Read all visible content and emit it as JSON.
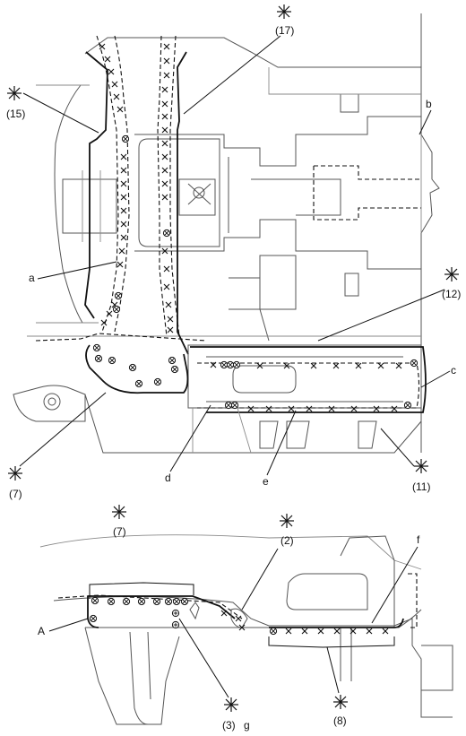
{
  "callouts": {
    "c17": "(17)",
    "c15": "(15)",
    "c12": "(12)",
    "c7_top": "(7)",
    "c11": "(11)",
    "c7_bottom": "(7)",
    "c2": "(2)",
    "c3": "(3)",
    "c8": "(8)"
  },
  "letters": {
    "a": "a",
    "b": "b",
    "c": "c",
    "d": "d",
    "e": "e",
    "f": "f",
    "g": "g",
    "A": "A"
  }
}
